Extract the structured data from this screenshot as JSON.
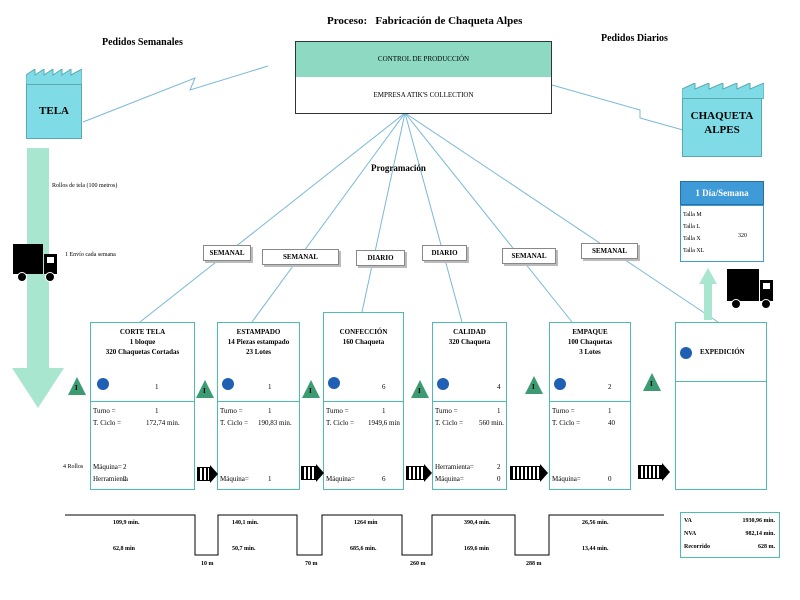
{
  "header": {
    "title_prefix": "Proceso:",
    "title": "Fabricación de Chaqueta Alpes",
    "left_heading": "Pedidos Semanales",
    "right_heading": "Pedidos Diarios"
  },
  "control": {
    "top": "CONTROL DE PRODUCCIÓN",
    "bottom": "EMPRESA ATIK'S COLLECTION",
    "programming": "Programación"
  },
  "supplier": {
    "label": "TELA"
  },
  "customer": {
    "label": "CHAQUETA ALPES"
  },
  "shipping": {
    "rolls_note": "Rollos de tela (100 metros)",
    "delivery_note": "1  Envío cada semana"
  },
  "schedule_boxes": [
    "SEMANAL",
    "SEMANAL",
    "DIARIO",
    "DIARIO",
    "SEMANAL",
    "SEMANAL"
  ],
  "daily_box": {
    "header": "1 Día/Semana",
    "sizes": [
      "Talla M",
      "Talla L",
      "Talla X",
      "Talla XL"
    ],
    "quantity": "320"
  },
  "processes": [
    {
      "name": "CORTE TELA",
      "line2": "1 bloque",
      "line3": "320 Chaquetas Cortadas",
      "operators": "1",
      "turno_label": "Turno =",
      "turno": "1",
      "ciclo_label": "T. Ciclo =",
      "ciclo": "172,74 min.",
      "maq_label": "Máquina=",
      "maq": "2",
      "herr_label": "Herramienta",
      "herr": "2"
    },
    {
      "name": "ESTAMPADO",
      "line2": "14 Piezas estampado",
      "line3": "23 Lotes",
      "operators": "1",
      "turno_label": "Turno =",
      "turno": "1",
      "ciclo_label": "T. Ciclo =",
      "ciclo": "190,83 min.",
      "maq_label": "Máquina=",
      "maq": "1",
      "herr_label": "",
      "herr": ""
    },
    {
      "name": "CONFECCIÓN",
      "line2": "160 Chaqueta",
      "line3": "",
      "operators": "6",
      "turno_label": "Turno =",
      "turno": "1",
      "ciclo_label": "T. Ciclo =",
      "ciclo": "1949,6 min",
      "maq_label": "Máquina=",
      "maq": "6",
      "herr_label": "",
      "herr": ""
    },
    {
      "name": "CALIDAD",
      "line2": "320 Chaqueta",
      "line3": "",
      "operators": "4",
      "turno_label": "Turno =",
      "turno": "1",
      "ciclo_label": "T. Ciclo =",
      "ciclo": "560 min.",
      "maq_label": "Máquina=",
      "maq": "0",
      "herr_label": "Herramienta=",
      "herr": "2"
    },
    {
      "name": "EMPAQUE",
      "line2": "100 Chaquetas",
      "line3": "3 Lotes",
      "operators": "2",
      "turno_label": "Turno =",
      "turno": "1",
      "ciclo_label": "T. Ciclo =",
      "ciclo": "40",
      "maq_label": "Máquina=",
      "maq": "0",
      "herr_label": "",
      "herr": ""
    },
    {
      "name": "EXPEDICIÓN",
      "line2": "",
      "line3": "",
      "operators": "",
      "turno_label": "",
      "turno": "",
      "ciclo_label": "",
      "ciclo": "",
      "maq_label": "",
      "maq": "",
      "herr_label": "",
      "herr": ""
    }
  ],
  "inventory_note": "4 Rollos",
  "inventory_symbol": "I",
  "timeline": {
    "upper": [
      "109,9 min.",
      "140,1 min.",
      "1264 min",
      "390,4 min.",
      "26,56 min."
    ],
    "lower": [
      "62,8 min",
      "50,7 min.",
      "685,6 min.",
      "169,6 min",
      "13,44 min."
    ],
    "distances": [
      "10 m",
      "70 m",
      "260 m",
      "288 m"
    ]
  },
  "summary": {
    "rows": [
      {
        "label": "VA",
        "value": "1930,96 min."
      },
      {
        "label": "NVA",
        "value": "982,14 min."
      },
      {
        "label": "Recorrido",
        "value": "628 m."
      }
    ]
  },
  "colors": {
    "control_top": "#8ed9c1",
    "factory": "#7fdbe6",
    "inventory": "#3d9b74",
    "operator": "#1f5fb4",
    "process_border": "#4dbdb0",
    "shipping_arrow": "#a9e6cf"
  },
  "icons": [
    "factory-icon",
    "truck-icon",
    "operator-icon",
    "inventory-triangle-icon",
    "push-arrow-icon",
    "lightning-arrow-icon"
  ]
}
